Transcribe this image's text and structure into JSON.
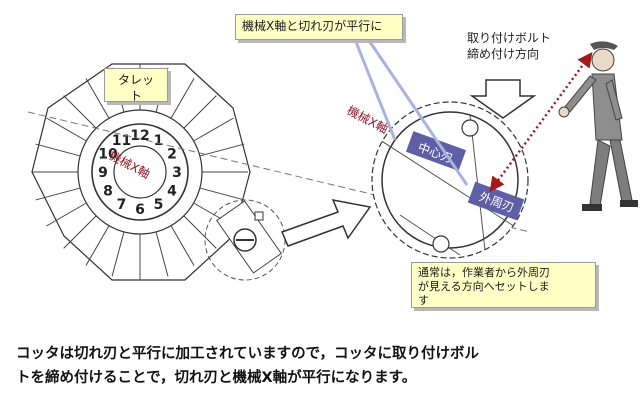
{
  "callouts": {
    "parallel": "機械X軸と切れ刃が平行に",
    "turret_line1": "タレッ",
    "turret_line2": "ト",
    "note_line1": "通常は，作業者から外周刃",
    "note_line2": "が見える方向へセットしま",
    "note_line3": "す"
  },
  "labels": {
    "mount_direction_line1": "取り付けボルト",
    "mount_direction_line2": "締め付け方向",
    "machine_axis_left": "機械X軸",
    "machine_axis_right": "機械X軸",
    "center_blade": "中心刃",
    "outer_blade": "外周刃"
  },
  "turret_numbers": [
    "1",
    "2",
    "3",
    "4",
    "5",
    "6",
    "7",
    "8",
    "9",
    "10",
    "11",
    "12"
  ],
  "caption": {
    "line1": "コッタは切れ刃と平行に加工されていますので，コッタに取り付けボル",
    "line2": "トを締め付けることで，切れ刃と機械X軸が平行になります。"
  },
  "colors": {
    "axis_label": "#8b1a2a",
    "blade_box": "#5e5fa6",
    "bolt_arrow": "#a01a1a",
    "callout_bg": "#ffffc6"
  }
}
